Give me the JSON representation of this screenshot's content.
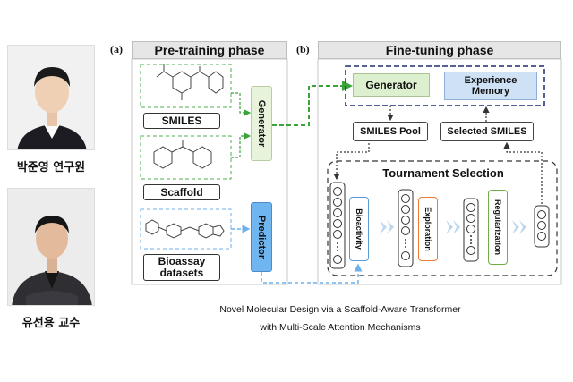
{
  "people": [
    {
      "name": "박준영 연구원"
    },
    {
      "name": "유선용 교수"
    }
  ],
  "diagram": {
    "panel_a": {
      "letter": "(a)",
      "title": "Pre-training phase"
    },
    "panel_b": {
      "letter": "(b)",
      "title": "Fine-tuning phase"
    },
    "pretrain": {
      "smiles_label": "SMILES",
      "scaffold_label": "Scaffold",
      "bioassay_label": "Bioassay datasets",
      "generator_label": "Generator",
      "predictor_label": "Predictor"
    },
    "finetune": {
      "generator_label": "Generator",
      "memory_label": "Experience Memory",
      "smiles_pool_label": "SMILES Pool",
      "selected_smiles_label": "Selected SMILES",
      "tournament_title": "Tournament Selection",
      "stages": [
        "Bioactivity",
        "Exploration",
        "Regularization"
      ]
    },
    "colors": {
      "generator_green": "#dcefcf",
      "predictor_blue": "#6fb5ef",
      "memory_blue": "#cfe1f5",
      "arrow_green": "#3aa33a",
      "arrow_blue": "#6cb1ee",
      "bioactivity_border": "#5b9bd5",
      "exploration_border": "#ed7d31",
      "regularization_border": "#70ad47"
    }
  },
  "paper_title": {
    "line1": "Novel Molecular Design via a Scaffold-Aware Transformer",
    "line2": "with Multi-Scale Attention Mechanisms"
  }
}
